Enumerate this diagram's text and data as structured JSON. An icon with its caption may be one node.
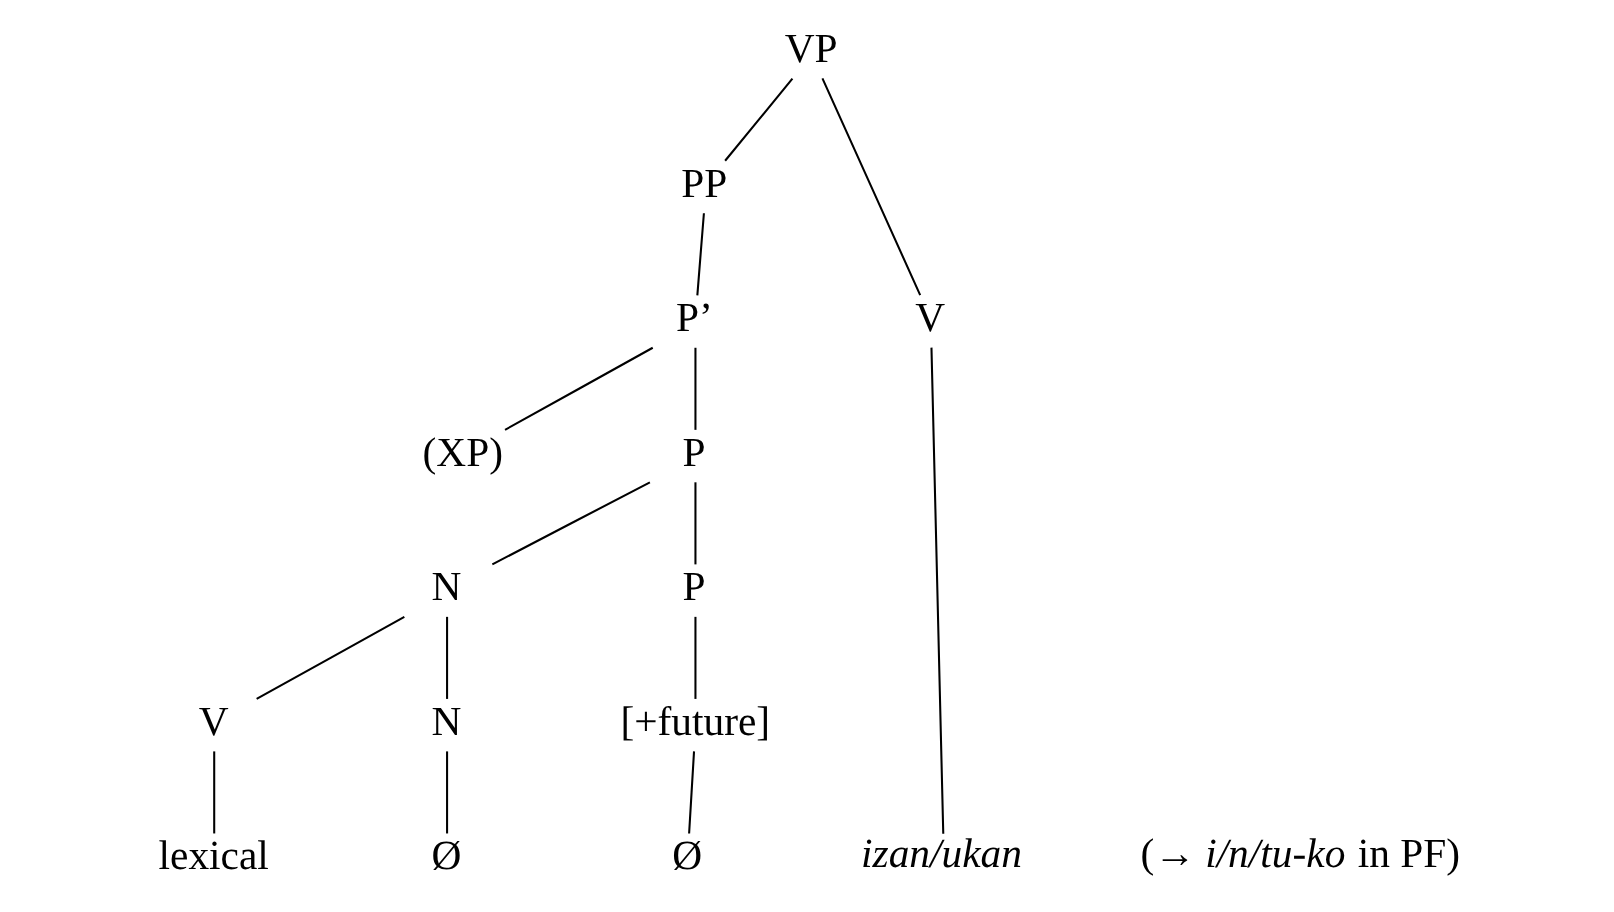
{
  "diagram": {
    "nodes": [
      {
        "text": [
          "VP"
        ]
      },
      {
        "text": [
          "PP"
        ]
      },
      {
        "text": [
          "V"
        ]
      },
      {
        "text": [
          "P’"
        ]
      },
      {
        "text": [
          "(XP)"
        ]
      },
      {
        "text": [
          "P"
        ]
      },
      {
        "text": [
          "N"
        ]
      },
      {
        "text": [
          "P"
        ]
      },
      {
        "text": [
          "[+future]"
        ]
      },
      {
        "text": [
          "V"
        ]
      },
      {
        "text": [
          "N"
        ]
      },
      {
        "text": [
          "lexical"
        ]
      },
      {
        "text": [
          "Ø"
        ]
      },
      {
        "text": [
          "Ø"
        ]
      },
      {
        "text": [
          "izan/ukan"
        ]
      }
    ],
    "edges": [
      {
        "from": 0,
        "to": 1,
        "arrow": "none"
      },
      {
        "from": 0,
        "to": 2,
        "arrow": "none"
      },
      {
        "from": 1,
        "to": 3,
        "arrow": "none"
      },
      {
        "from": 3,
        "to": 4,
        "arrow": "none"
      },
      {
        "from": 3,
        "to": 5,
        "arrow": "none"
      },
      {
        "from": 5,
        "to": 6,
        "arrow": "none"
      },
      {
        "from": 5,
        "to": 7,
        "arrow": "none"
      },
      {
        "from": 7,
        "to": 8,
        "arrow": "none"
      },
      {
        "from": 8,
        "to": 13,
        "arrow": "none"
      },
      {
        "from": 6,
        "to": 9,
        "arrow": "none"
      },
      {
        "from": 6,
        "to": 10,
        "arrow": "none"
      },
      {
        "from": 9,
        "to": 11,
        "arrow": "none"
      },
      {
        "from": 10,
        "to": 12,
        "arrow": "none"
      },
      {
        "from": 2,
        "to": 14,
        "arrow": "none"
      }
    ],
    "labels": [
      "(→ *i/n/tu-ko* in PF)"
    ]
  }
}
